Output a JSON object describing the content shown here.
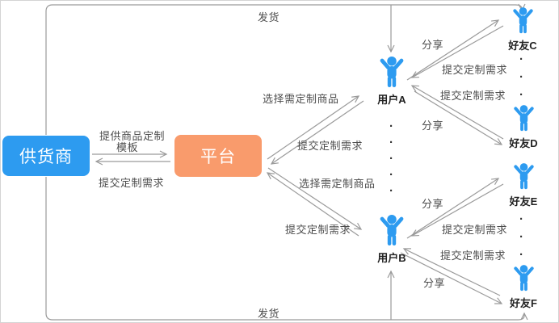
{
  "colors": {
    "supplier_bg": "#2D9BF0",
    "platform_bg": "#F99B6C",
    "person_icon": "#2D9BF0",
    "connector_line": "#9A9A9A",
    "edge_label_text": "#4D4D4D",
    "node_label_text": "#222222"
  },
  "nodes": {
    "supplier": {
      "label": "供货商"
    },
    "platform": {
      "label": "平台"
    },
    "user_a": {
      "label": "用户A"
    },
    "user_b": {
      "label": "用户B"
    },
    "friend_c": {
      "label": "好友C"
    },
    "friend_d": {
      "label": "好友D"
    },
    "friend_e": {
      "label": "好友E"
    },
    "friend_f": {
      "label": "好友F"
    }
  },
  "edges": {
    "ship_top": {
      "label": "发货"
    },
    "ship_bottom": {
      "label": "发货"
    },
    "supplier_to_platform": {
      "label_line1": "提供商品定制",
      "label_line2": "模板"
    },
    "platform_to_supplier": {
      "label": "提交定制需求"
    },
    "platform_user_a_select": {
      "label": "选择需定制商品"
    },
    "user_a_platform_submit": {
      "label": "提交定制需求"
    },
    "platform_user_b_select": {
      "label": "选择需定制商品"
    },
    "user_b_platform_submit": {
      "label": "提交定制需求"
    },
    "user_a_friend_c_share": {
      "label": "分享"
    },
    "friend_c_user_a_submit": {
      "label": "提交定制需求"
    },
    "user_a_friend_d_share": {
      "label": "分享"
    },
    "friend_d_user_a_submit": {
      "label": "提交定制需求"
    },
    "user_b_friend_e_share": {
      "label": "分享"
    },
    "friend_e_user_b_submit": {
      "label": "提交定制需求"
    },
    "user_b_friend_f_share": {
      "label": "分享"
    },
    "friend_f_user_b_submit": {
      "label": "提交定制需求"
    }
  },
  "ellipsis": {
    "between_user_a_b": "·\n·\n·\n·\n·",
    "between_friend_c_d": "·\n·\n·",
    "between_friend_e_f": "·\n·\n·"
  }
}
